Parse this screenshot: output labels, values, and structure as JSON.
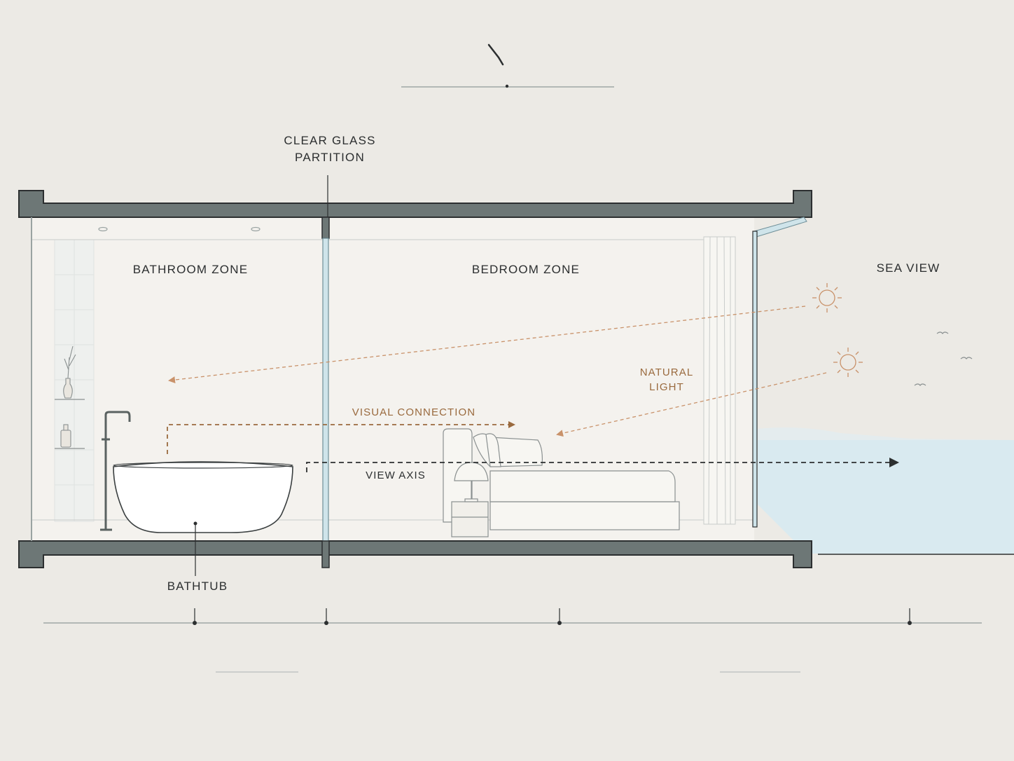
{
  "labels": {
    "partition_line1": "CLEAR GLASS",
    "partition_line2": "PARTITION",
    "bathroom_zone": "BATHROOM ZONE",
    "bedroom_zone": "BEDROOM ZONE",
    "sea_view": "SEA VIEW",
    "natural_light_line1": "NATURAL",
    "natural_light_line2": "LIGHT",
    "visual_connection": "VISUAL CONNECTION",
    "view_axis": "VIEW AXIS",
    "bathtub": "BATHTUB"
  },
  "colors": {
    "background": "#eceae5",
    "structure": "#6d7776",
    "line_dark": "#2c2f30",
    "accent_brown": "#9a6a3e",
    "light_arrow": "#c9926a",
    "glass": "#cfe4ea",
    "sea": "#d9eaf0",
    "interior": "#f4f2ee"
  },
  "icons": [
    "sun-icon",
    "bird-icon",
    "arrow-icon",
    "north-mark-icon"
  ]
}
